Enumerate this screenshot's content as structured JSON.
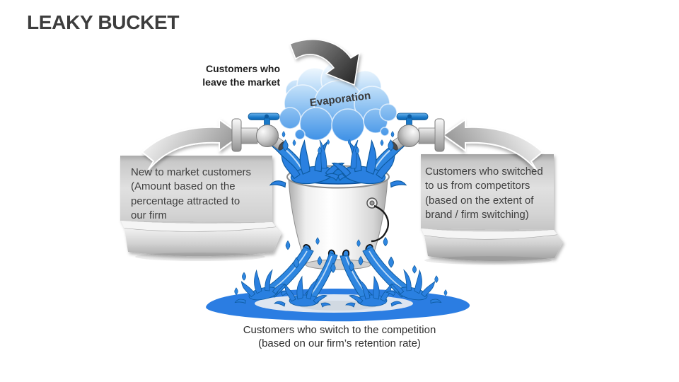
{
  "slide": {
    "title": "LEAKY BUCKET"
  },
  "cloud_label": "Evaporation",
  "leave_market_label": {
    "line1": "Customers who",
    "line2": "leave the market"
  },
  "left_box": {
    "line1": "New to market customers",
    "line2": "(Amount based on the",
    "line3": "percentage attracted to",
    "line4": "our firm"
  },
  "right_box": {
    "line1": "Customers who switched",
    "line2": "to us from competitors",
    "line3": "(based on the extent of",
    "line4": "brand / firm switching)"
  },
  "bottom_caption": {
    "line1": "Customers who switch to the competition",
    "line2": "(based on our firm’s retention rate)"
  },
  "graphics": [
    "evaporation-arrow-icon",
    "inflow-arrow-left-icon",
    "inflow-arrow-right-icon",
    "cloud-icon",
    "faucet-left-icon",
    "faucet-right-icon",
    "bucket-icon",
    "water-splash",
    "leak-streams",
    "puddle-icon",
    "note-box-left",
    "note-box-right"
  ],
  "colors": {
    "title_text": "#3d3d3d",
    "body_text": "#3f3f3f",
    "caption_text": "#2d2d2d",
    "water": "#2e86e0",
    "water_dark": "#0d5aa0",
    "water_highlight": "#cfe6fb",
    "water_surface": "#1f7ad8",
    "puddle": "#2b7de2",
    "cloud_top": "#eef7fe",
    "cloud_bottom": "#4394e7",
    "faucet_handle": "#1878c8",
    "metal_gray": "#c6c6c6",
    "arrow_light": "#c9c9c9",
    "arrow_dark": "#3a3a3a",
    "box_gray": "#d6d6d6"
  }
}
